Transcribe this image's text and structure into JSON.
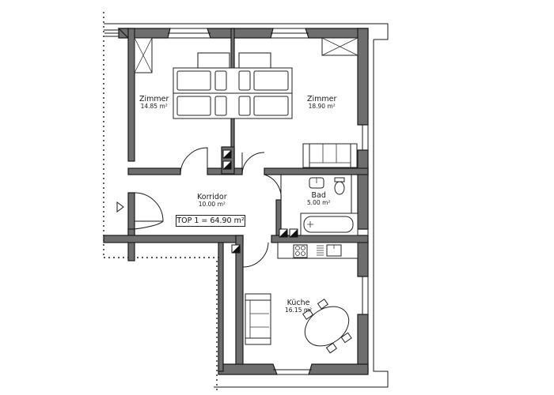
{
  "plan": {
    "type": "apartment-floor-plan",
    "total_label": "TOP 1 = 64.90 m²",
    "colors": {
      "wall": "#6e6e6e",
      "outline": "#1a1a1a",
      "background": "#ffffff"
    }
  },
  "rooms": [
    {
      "name": "Zimmer",
      "area": "14.85 m²"
    },
    {
      "name": "Zimmer",
      "area": "18.90 m²"
    },
    {
      "name": "Korridor",
      "area": "10.00 m²"
    },
    {
      "name": "Bad",
      "area": "5.00 m²"
    },
    {
      "name": "Küche",
      "area": "16.15 m²"
    }
  ],
  "furniture": [
    "double-bed-left",
    "double-bed-right",
    "sofa-room",
    "sofa-kitchen",
    "dining-table-with-4-chairs",
    "bathtub",
    "toilet",
    "washbasin",
    "stove",
    "sink"
  ],
  "symbols": [
    "entrance-arrow-icon",
    "chimney-flue-icon",
    "wardrobe-cross-icon"
  ]
}
